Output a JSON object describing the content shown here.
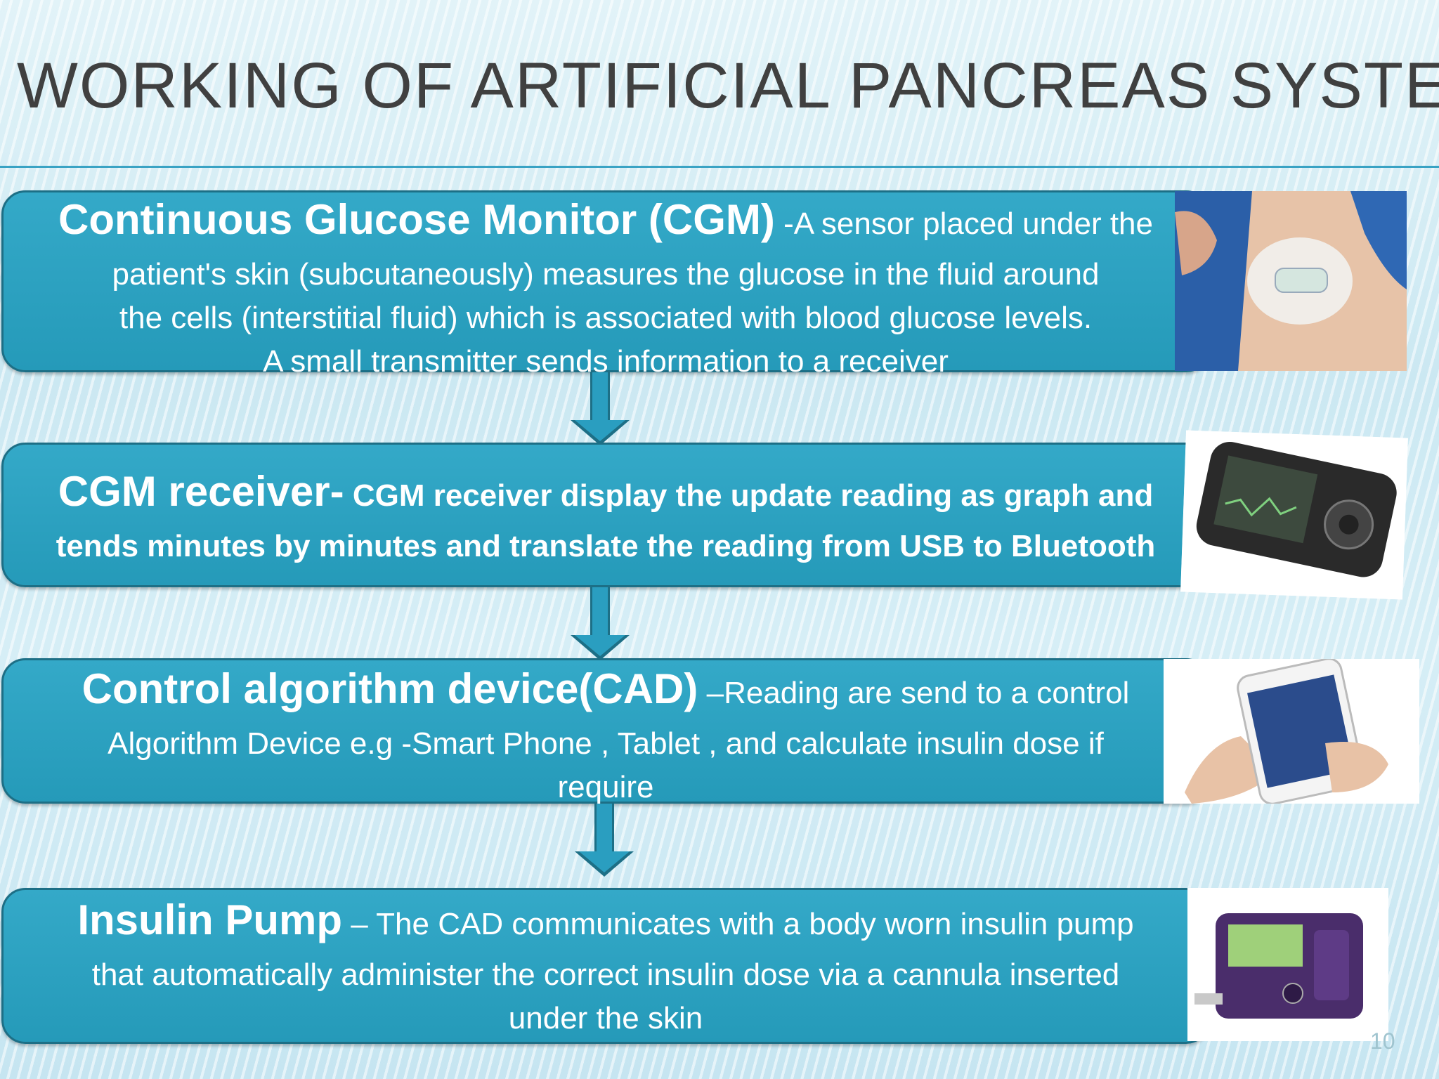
{
  "slide": {
    "title": "WORKING OF ARTIFICIAL PANCREAS SYSTEM",
    "page_number": "10"
  },
  "steps": [
    {
      "heading": "Continuous Glucose Monitor (CGM)",
      "lines": [
        " -A sensor placed under the",
        "patient's skin (subcutaneously) measures the glucose in the fluid around",
        "the cells (interstitial fluid) which is associated with blood glucose levels.",
        "A small transmitter sends information to a receiver"
      ],
      "image": "cgm-sensor-on-skin"
    },
    {
      "heading": "CGM receiver-",
      "lines": [
        " CGM receiver display the update reading as graph and",
        "tends minutes by minutes and translate the reading from USB to Bluetooth"
      ],
      "image": "cgm-receiver-device"
    },
    {
      "heading": "Control algorithm device(CAD)",
      "lines": [
        " –Reading  are send to a control",
        "Algorithm Device e.g -Smart Phone ,  Tablet , and calculate insulin dose if",
        "require"
      ],
      "image": "smartphone-in-hand"
    },
    {
      "heading": "Insulin Pump",
      "lines": [
        " – The CAD communicates with a body worn insulin pump",
        "that automatically administer the correct insulin dose via a cannula inserted",
        "under the skin"
      ],
      "image": "insulin-pump-device"
    }
  ],
  "colors": {
    "box_fill": "#2ba2c2",
    "box_border": "#1d6f86",
    "title_text": "#404040"
  }
}
